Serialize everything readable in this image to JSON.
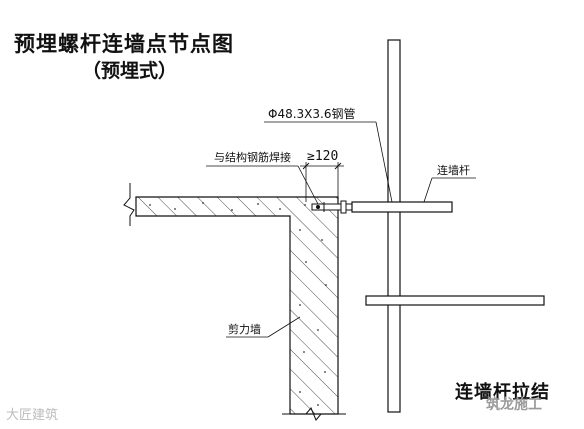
{
  "title": "预埋螺杆连墙点节点图",
  "subtitle": "（预埋式）",
  "labels": {
    "pipe_spec": "Φ48.3X3.6钢管",
    "weld": "与结构钢筋焊接",
    "dimension": "≥120",
    "tie_rod": "连墙杆",
    "shear_wall": "剪力墙"
  },
  "caption": "连墙杆拉结",
  "watermark_left": "大匠建筑",
  "watermark_right": "筑龙施工"
}
